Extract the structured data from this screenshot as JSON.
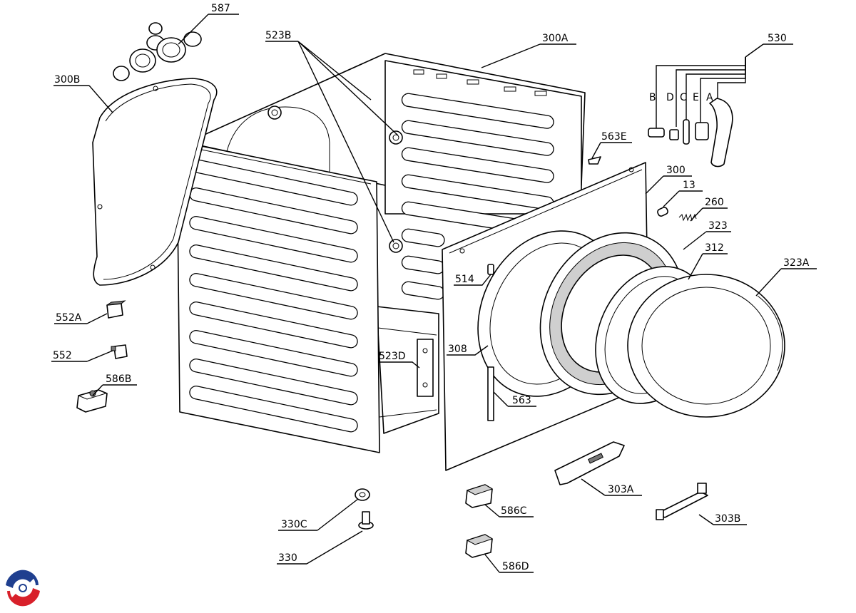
{
  "diagram": {
    "labels": {
      "l587": "587",
      "l523B": "523B",
      "l300A": "300A",
      "l300B": "300B",
      "l530": "530",
      "lB": "B",
      "lD": "D",
      "lC": "C",
      "lE": "E",
      "lA": "A",
      "l563E": "563E",
      "l300": "300",
      "l13": "13",
      "l260": "260",
      "l323": "323",
      "l312": "312",
      "l323A": "323A",
      "l514": "514",
      "l552A": "552A",
      "l552": "552",
      "l586B": "586B",
      "l523D": "523D",
      "l308": "308",
      "l563": "563",
      "l303A": "303A",
      "l586C": "586C",
      "l303B": "303B",
      "l330C": "330C",
      "l330": "330",
      "l586D": "586D"
    },
    "colors": {
      "logo_blue": "#1f3f8f",
      "logo_red": "#d8202a"
    },
    "logo_icon": "brand-swirl-logo"
  }
}
